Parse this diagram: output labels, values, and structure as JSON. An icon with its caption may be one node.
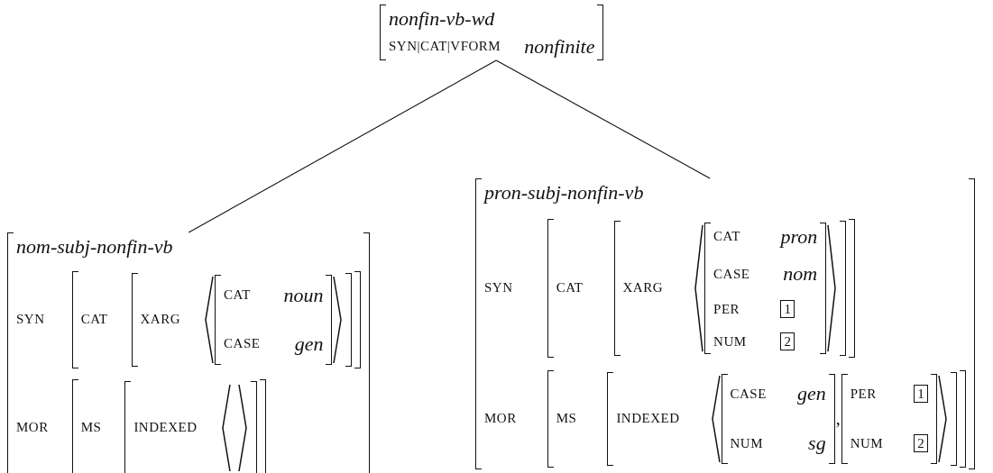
{
  "diagram": {
    "nodes": [
      {
        "text": [
          "nonfin-vb-wd",
          "SYN|CAT|VFORM",
          "nonfinite"
        ]
      },
      {
        "text": [
          "nom-subj-nonfin-vb",
          "SYN",
          "CAT",
          "XARG",
          "CAT",
          "noun",
          "CASE",
          "gen",
          "MOR",
          "MS",
          "INDEXED"
        ]
      },
      {
        "text": [
          "pron-subj-nonfin-vb",
          "SYN",
          "CAT",
          "XARG",
          "CAT",
          "pron",
          "CASE",
          "nom",
          "PER",
          "1",
          "NUM",
          "2",
          "MOR",
          "MS",
          "INDEXED",
          "CASE",
          "gen",
          "NUM",
          "sg",
          ",",
          "PER",
          "1",
          "NUM",
          "2"
        ]
      }
    ],
    "edges": [
      {
        "from": 0,
        "to": 1,
        "arrow": "none"
      },
      {
        "from": 0,
        "to": 2,
        "arrow": "none"
      }
    ]
  }
}
